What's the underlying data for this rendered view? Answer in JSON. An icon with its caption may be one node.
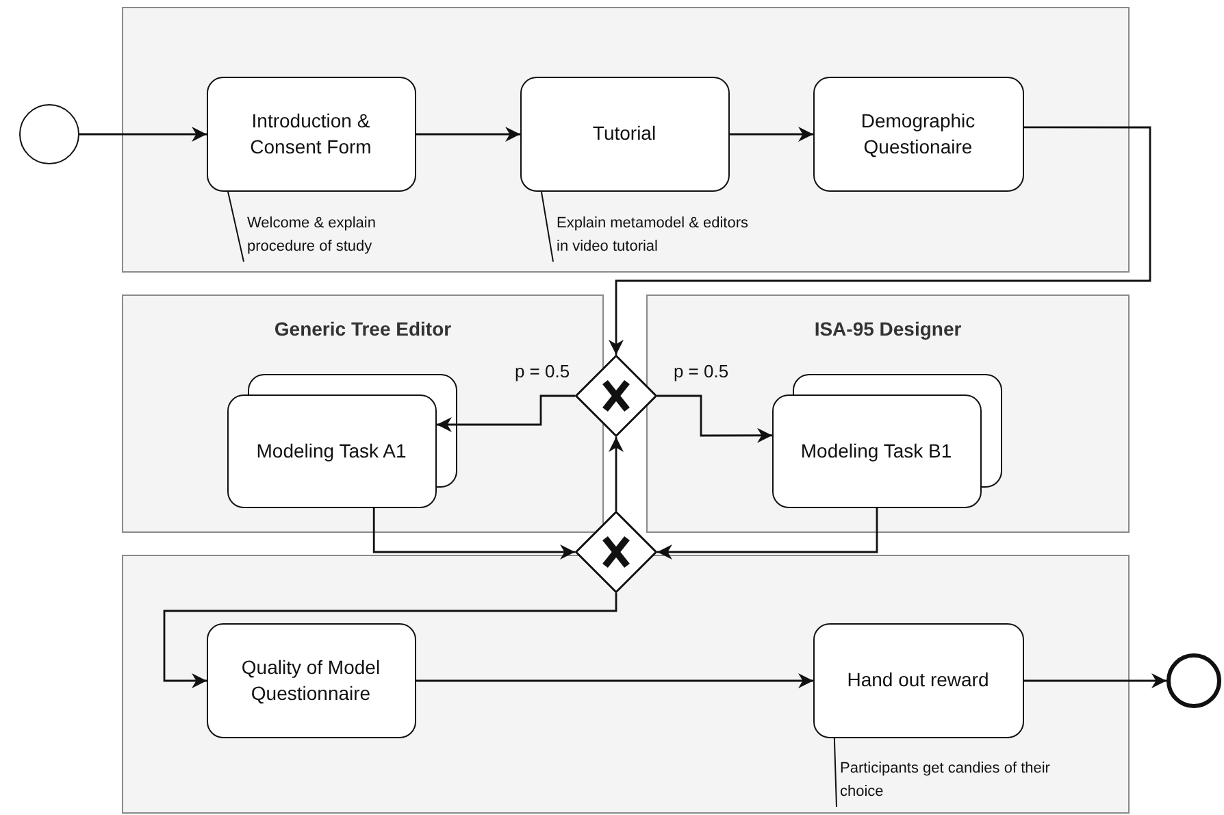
{
  "diagram": {
    "nodes": [
      {
        "text": [],
        "shape": "circle"
      },
      {
        "text": [],
        "shape": "box"
      },
      {
        "text": [
          "Introduction & Consent Form"
        ],
        "in": 1
      },
      {
        "text": [
          "Welcome & explain procedure of study"
        ],
        "in": 1
      },
      {
        "text": [
          "Tutorial"
        ],
        "in": 1
      },
      {
        "text": [
          "Explain metamodel & editors in video tutorial"
        ],
        "in": 1
      },
      {
        "text": [
          "Demographic Questionaire"
        ],
        "in": 1
      },
      {
        "text": [
          "Generic Tree Editor"
        ]
      },
      {
        "text": [
          "Modeling Task A1"
        ],
        "in": 7
      },
      {
        "text": [
          "ISA-95 Designer"
        ]
      },
      {
        "text": [
          "Modeling Task B1"
        ],
        "in": 9
      },
      {
        "text": [],
        "shape": "diamond"
      },
      {
        "text": [],
        "shape": "diamond"
      },
      {
        "text": [],
        "shape": "box"
      },
      {
        "text": [
          "Quality of Model Questionnaire"
        ],
        "in": 13
      },
      {
        "text": [
          "Hand out reward"
        ],
        "in": 13
      },
      {
        "text": [
          "Participants get candies of their choice"
        ],
        "in": 13
      },
      {
        "text": [],
        "shape": "circle"
      }
    ],
    "edges": [
      {
        "from": 0,
        "to": 2,
        "arrow": "to"
      },
      {
        "from": 2,
        "to": 4,
        "arrow": "to"
      },
      {
        "from": 4,
        "to": 6,
        "arrow": "to"
      },
      {
        "from": 6,
        "to": 11,
        "arrow": "to"
      },
      {
        "from": 11,
        "to": 8,
        "arrow": "to",
        "label": "p = 0.5"
      },
      {
        "from": 11,
        "to": 10,
        "arrow": "to",
        "label": "p = 0.5"
      },
      {
        "from": 8,
        "to": 12,
        "arrow": "to"
      },
      {
        "from": 10,
        "to": 12,
        "arrow": "to"
      },
      {
        "from": 12,
        "to": 11,
        "arrow": "to"
      },
      {
        "from": 12,
        "to": 14,
        "arrow": "to"
      },
      {
        "from": 14,
        "to": 15,
        "arrow": "to"
      },
      {
        "from": 15,
        "to": 17,
        "arrow": "to"
      },
      {
        "from": 3,
        "to": 2,
        "arrow": "none"
      },
      {
        "from": 5,
        "to": 4,
        "arrow": "none"
      },
      {
        "from": 16,
        "to": 15,
        "arrow": "none"
      }
    ]
  }
}
